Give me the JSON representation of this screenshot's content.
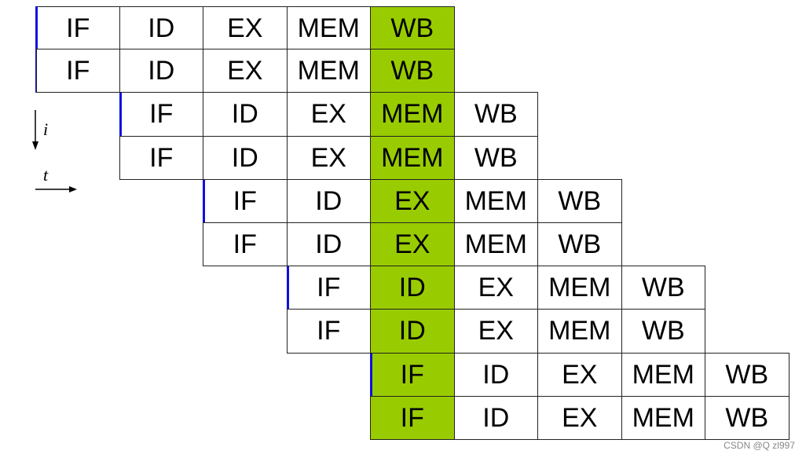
{
  "pipeline": {
    "stages": [
      "IF",
      "ID",
      "EX",
      "MEM",
      "WB"
    ],
    "instruction_count": 10,
    "issue_width": 2,
    "highlight_cycle": 5,
    "colors": {
      "highlight": "#99cc00",
      "issue_marker": "#1010dd",
      "grid": "#222222"
    }
  },
  "axes": {
    "vertical_label": "i",
    "horizontal_label": "t"
  },
  "footer": {
    "credit": "CSDN @Q zl997"
  }
}
